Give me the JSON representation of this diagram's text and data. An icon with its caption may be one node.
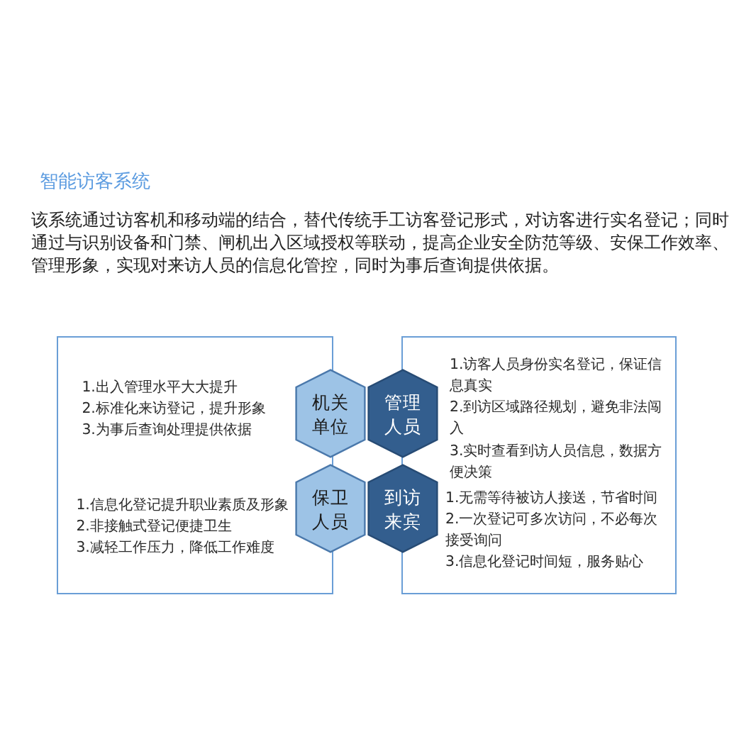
{
  "diagram": {
    "title": "智能访客系统",
    "nodes": [
      {
        "text": [
          "1.出入管理水平大大提升",
          "2.标准化来访登记，提升形象",
          "3.为事后查询处理提供依据",
          "1.信息化登记提升职业素质及形象",
          "2.非接触式登记便捷卫生",
          "3.减轻工作压力，降低工作难度"
        ]
      },
      {
        "text": [
          "1.访客人员身份实名登记，保证信息真实",
          "2.到访区域路径规划，避免非法闯入",
          "3.实时查看到访人员信息，数据方便决策",
          "1.无需等待被访人接送，节省时间",
          "2.一次登记可多次访问，不必每次接受询问",
          "3.信息化登记时间短，服务贴心"
        ]
      },
      {
        "text": [
          "机关单位"
        ]
      },
      {
        "text": [
          "管理人员"
        ]
      },
      {
        "text": [
          "保卫人员"
        ]
      },
      {
        "text": [
          "到访来宾"
        ]
      }
    ],
    "labels": [
      "该系统通过访客机和移动端的结合，替代传统手工访客登记形式，对访客进行实名登记；同时通过与识别设备和门禁、闸机出入区域授权等联动，提高企业安全防范等级、安保工作效率、管理形象，实现对来访人员的信息化管控，同时为事后查询提供依据。"
    ]
  }
}
